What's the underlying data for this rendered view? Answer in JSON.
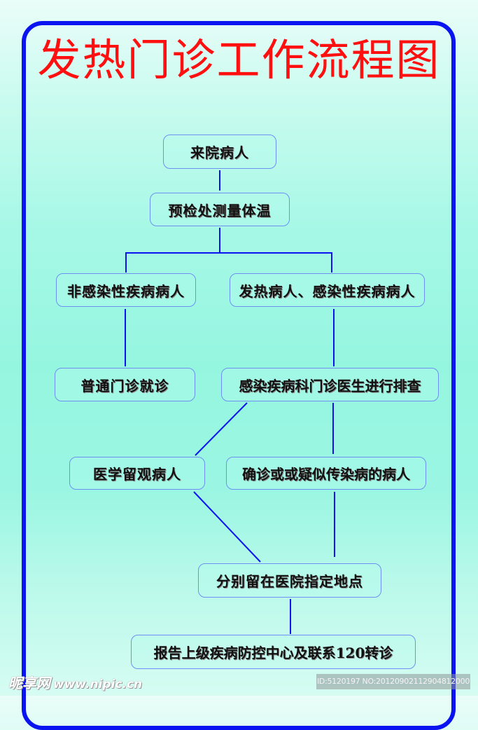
{
  "title": "发热门诊工作流程图",
  "colors": {
    "title": "#ff1010",
    "frame_border": "#0a14f0",
    "connector": "#0a14f0",
    "node_border": "#6d90f2",
    "background_mid": "#95f6e0",
    "background_top": "#eafdf8"
  },
  "nodes": [
    {
      "id": "n1",
      "label": "来院病人"
    },
    {
      "id": "n2",
      "label": "预检处测量体温"
    },
    {
      "id": "n3",
      "label": "非感染性疾病病人"
    },
    {
      "id": "n4",
      "label": "发热病人、感染性疾病病人"
    },
    {
      "id": "n5",
      "label": "普通门诊就诊"
    },
    {
      "id": "n6",
      "label": "感染疾病科门诊医生进行排查"
    },
    {
      "id": "n7",
      "label": "医学留观病人"
    },
    {
      "id": "n8",
      "label": "确诊或或疑似传染病的病人"
    },
    {
      "id": "n9",
      "label": "分别留在医院指定地点"
    },
    {
      "id": "n10",
      "label": "报告上级疾病防控中心及联系120转诊"
    }
  ],
  "edges": [
    {
      "from": "n1",
      "to": "n2"
    },
    {
      "from": "n2",
      "to": "n3"
    },
    {
      "from": "n2",
      "to": "n4"
    },
    {
      "from": "n3",
      "to": "n5"
    },
    {
      "from": "n4",
      "to": "n6"
    },
    {
      "from": "n6",
      "to": "n7"
    },
    {
      "from": "n6",
      "to": "n8"
    },
    {
      "from": "n7",
      "to": "n9"
    },
    {
      "from": "n8",
      "to": "n9"
    },
    {
      "from": "n9",
      "to": "n10"
    }
  ],
  "watermark": {
    "brand": "昵享网",
    "url": "www.nipic.cn",
    "id_text": "ID:5120197 NO:20120902112904812000"
  }
}
